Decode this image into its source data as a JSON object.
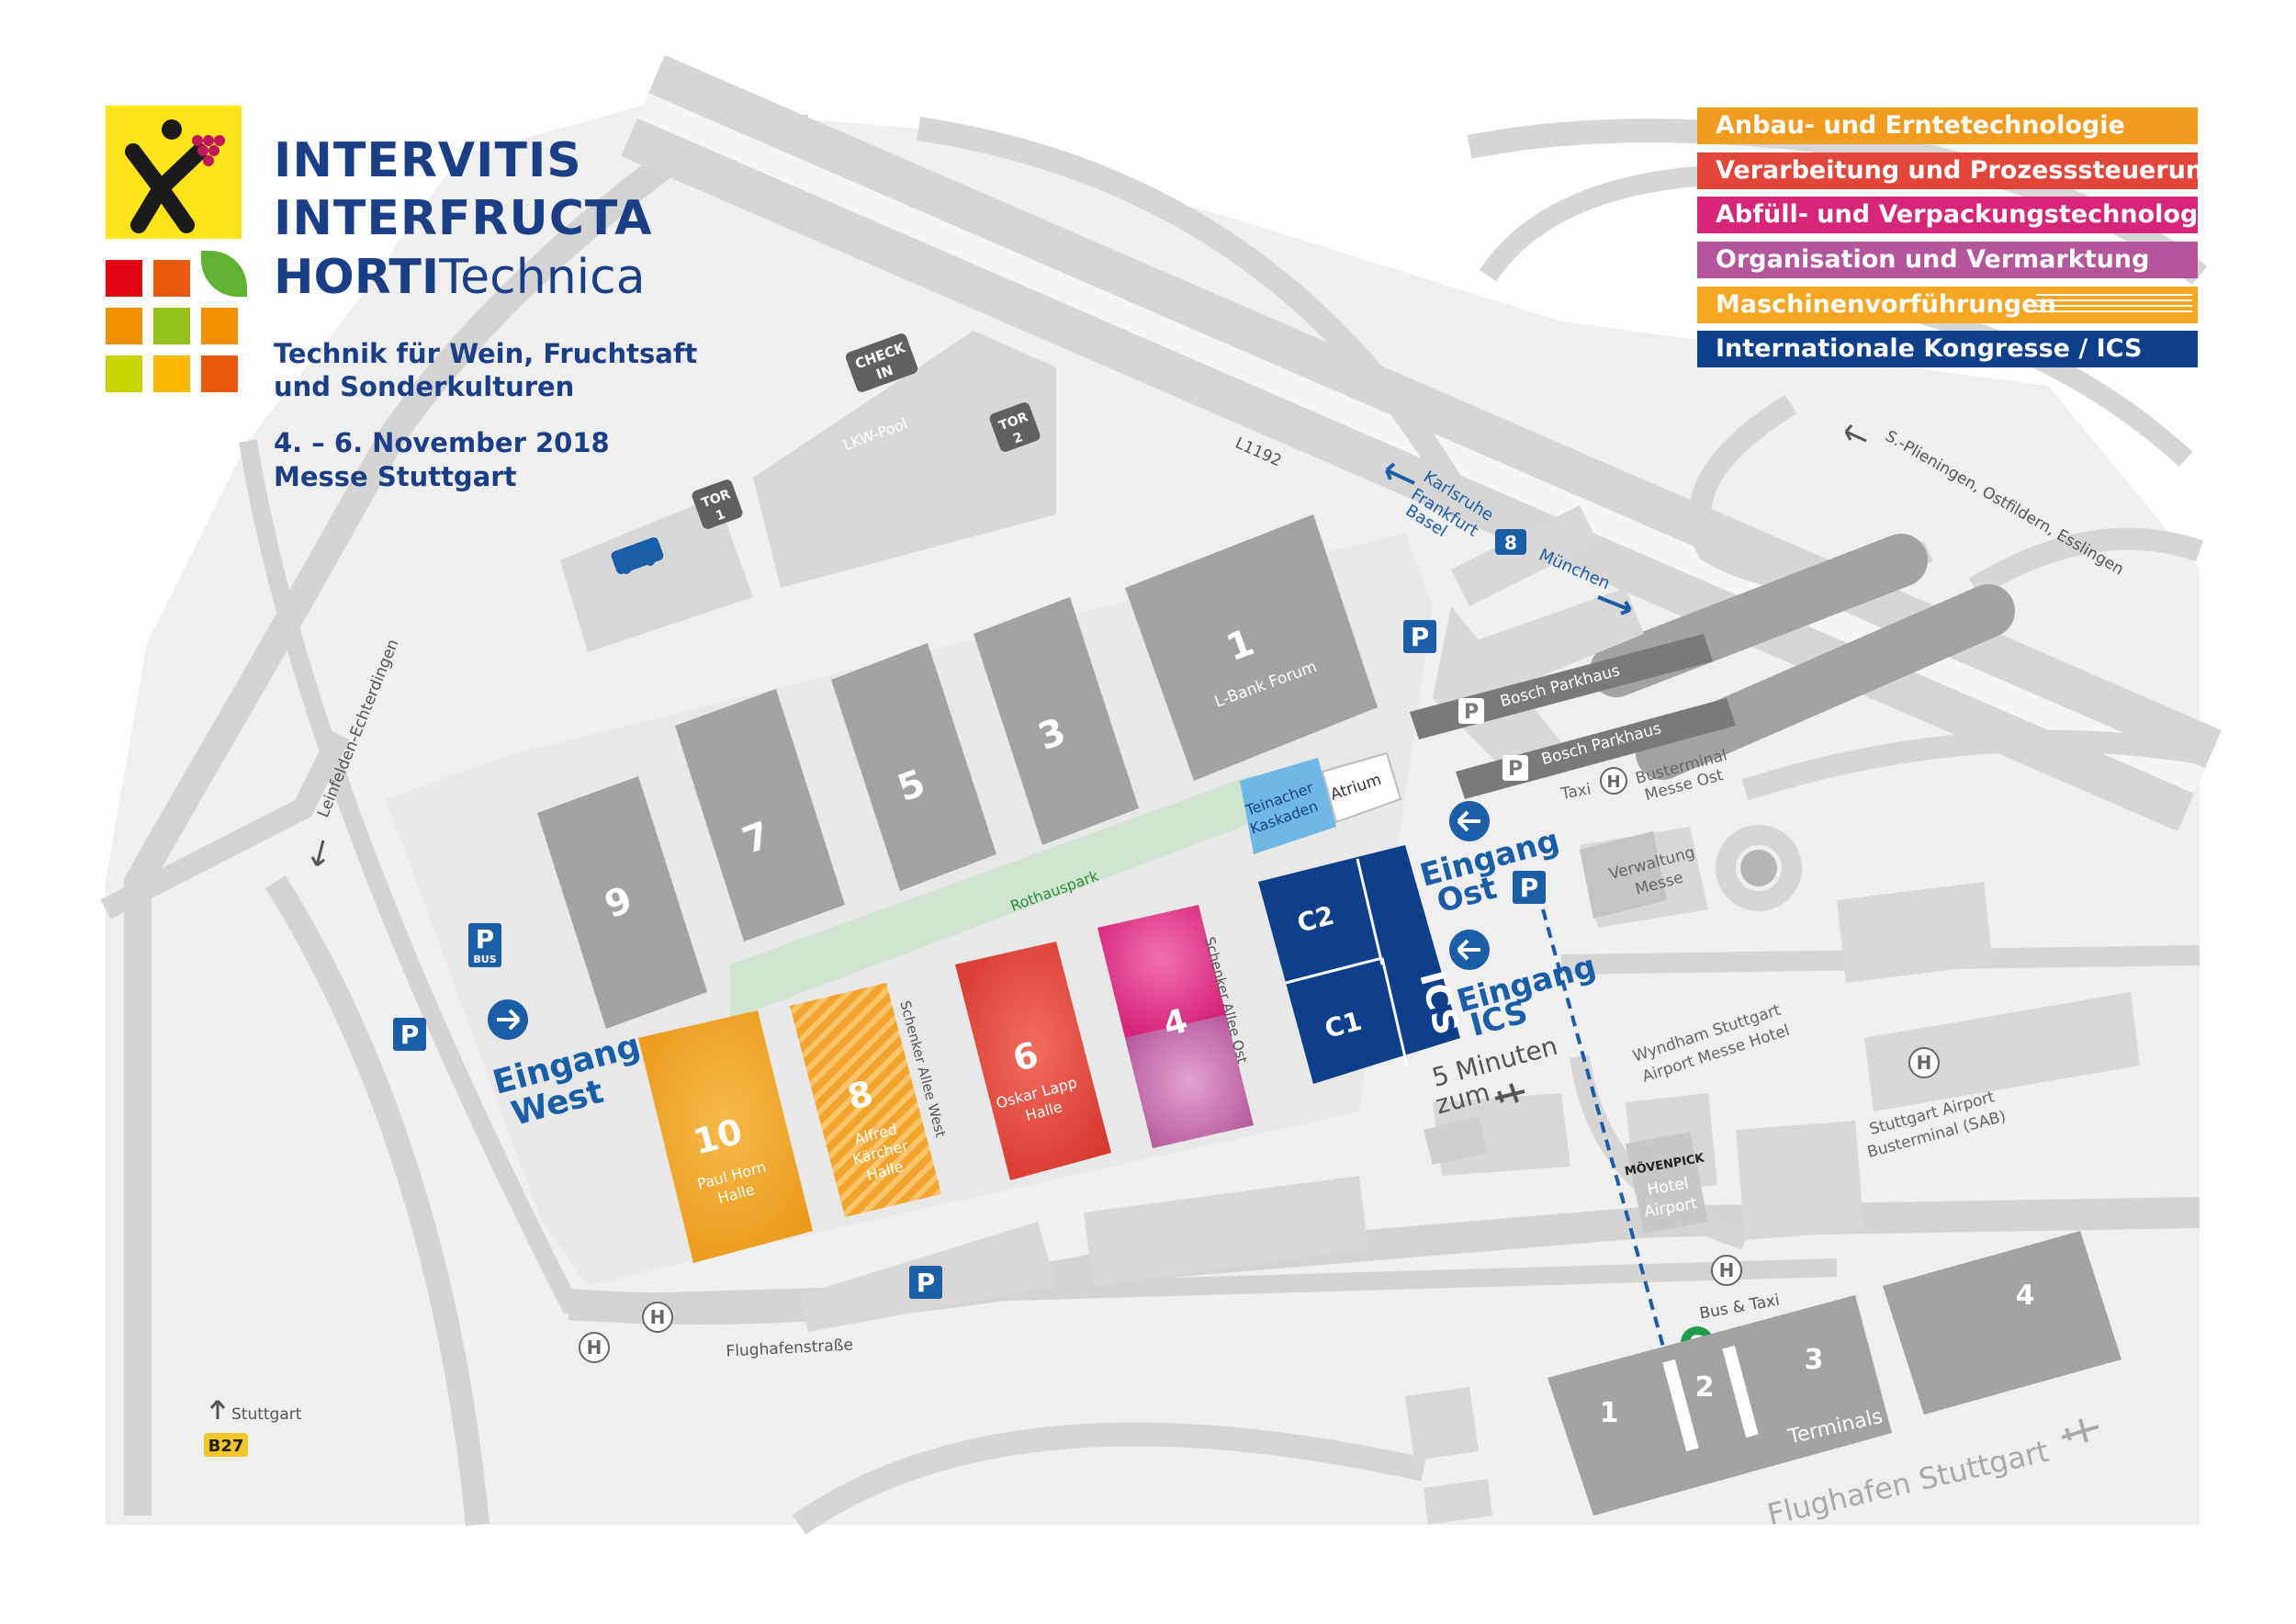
{
  "logo": {
    "tiles": [
      "#e30613",
      "#e8590c",
      "#5fb233",
      "#f29100",
      "#95c11f",
      "#f29100",
      "#c8d400",
      "#fbb800",
      "#e8590c"
    ],
    "badge_color": "#ffe419"
  },
  "brand": {
    "line1": "INTERVITIS",
    "line2": "INTERFRUCTA",
    "line3_bold": "HORTI",
    "line3_light": "Technica",
    "tagline1": "Technik für Wein, Fruchtsaft",
    "tagline2": "und Sonderkulturen",
    "date": "4. – 6. November 2018",
    "venue": "Messe Stuttgart"
  },
  "legend": [
    {
      "label": "Anbau- und Erntetechnologie",
      "color": "#f29c1f"
    },
    {
      "label": "Verarbeitung und Prozesssteuerung",
      "color": "#e2463a"
    },
    {
      "label": "Abfüll- und Verpackungstechnologie",
      "color": "#d7267a"
    },
    {
      "label": "Organisation und Vermarktung",
      "color": "#b5559b"
    },
    {
      "label": "Maschinenvorführungen",
      "color": "#f5a623"
    },
    {
      "label": "Internationale Kongresse / ICS",
      "color": "#0d3f8a"
    }
  ],
  "halls": {
    "h1": {
      "num": "1",
      "name": "L-Bank Forum"
    },
    "h3": {
      "num": "3"
    },
    "h5": {
      "num": "5"
    },
    "h7": {
      "num": "7"
    },
    "h9": {
      "num": "9"
    },
    "h10": {
      "num": "10",
      "name1": "Paul Horn",
      "name2": "Halle"
    },
    "h8": {
      "num": "8",
      "name1": "Alfred",
      "name2": "Kärcher",
      "name3": "Halle"
    },
    "h6": {
      "num": "6",
      "name1": "Oskar Lapp",
      "name2": "Halle"
    },
    "h4": {
      "num": "4"
    },
    "c2": "C2",
    "c1": "C1",
    "ics": "ICS"
  },
  "labels": {
    "rothauspark": "Rothauspark",
    "teinacher1": "Teinacher",
    "teinacher2": "Kaskaden",
    "atrium": "Atrium",
    "lkw_pool": "LKW-Pool",
    "check1": "CHECK",
    "check2": "IN",
    "tor": "TOR",
    "tor1": "1",
    "tor2": "2",
    "l1192": "L1192",
    "karlsruhe": "Karlsruhe",
    "frankfurt": "Frankfurt",
    "basel": "Basel",
    "a8": "8",
    "muenchen": "München",
    "plieningen": "S.-Plieningen, Ostfildern, Esslingen",
    "bosch1": "Bosch Parkhaus",
    "bosch2": "Bosch Parkhaus",
    "taxi": "Taxi",
    "busterminal1": "Busterminal",
    "busterminal2": "Messe Ost",
    "verwaltung1": "Verwaltung",
    "verwaltung2": "Messe",
    "eingang_ost1": "Eingang",
    "eingang_ost2": "Ost",
    "eingang_ics1": "Eingang",
    "eingang_ics2": "ICS",
    "eingang_west1": "Eingang",
    "eingang_west2": "West",
    "fuenf_min1": "5 Minuten",
    "fuenf_min2": "zum",
    "wyndham1": "Wyndham Stuttgart",
    "wyndham2": "Airport Messe Hotel",
    "sab1": "Stuttgart Airport",
    "sab2": "Busterminal (SAB)",
    "movenpick": "MÖVENPICK",
    "hotel": "Hotel",
    "airport": "Airport",
    "bus_taxi": "Bus & Taxi",
    "s_bahn": "S",
    "terminals": "Terminals",
    "t1": "1",
    "t2": "2",
    "t3": "3",
    "t4": "4",
    "flughafen": "Flughafen Stuttgart",
    "flughafenstrasse": "Flughafenstraße",
    "schenker_west": "Schenker Allee West",
    "schenker_ost": "Schenker Allee Ost",
    "leinfelden": "Leinfelden-Echterdingen",
    "stuttgart": "Stuttgart",
    "b27": "B27",
    "p": "P",
    "bus": "BUS",
    "h": "H"
  }
}
